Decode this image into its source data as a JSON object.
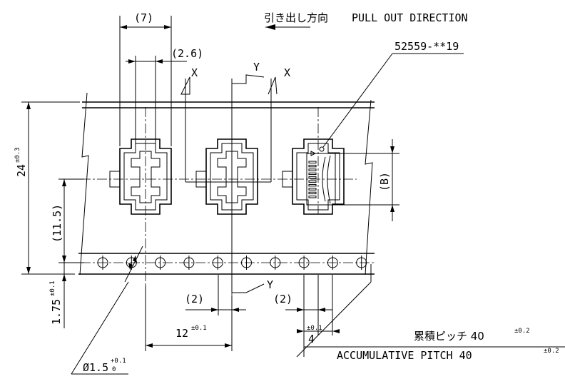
{
  "title": {
    "jp": "引き出し方向",
    "en": "PULL OUT DIRECTION"
  },
  "part_number": "52559-**19",
  "section_labels": {
    "x1": "X",
    "x2": "X",
    "y1": "Y",
    "y2": "Y"
  },
  "dims": {
    "d7": "(7)",
    "d26": "(2.6)",
    "d24": "24",
    "d24_tol": "±0.3",
    "d115": "(11.5)",
    "d175": "1.75",
    "d175_tol": "±0.1",
    "dB": "(B)",
    "d2a": "(2)",
    "d2b": "(2)",
    "d12": "12",
    "d12_tol": "±0.1",
    "d4": "4",
    "d4_tol": "±0.1",
    "hole": "Ø1.5",
    "hole_tol_up": "+0.1",
    "hole_tol_dn": "0"
  },
  "pitch": {
    "jp": "累積ピッチ 40",
    "jp_tol": "±0.2",
    "en": "ACCUMULATIVE PITCH 40",
    "en_tol": "±0.2"
  }
}
